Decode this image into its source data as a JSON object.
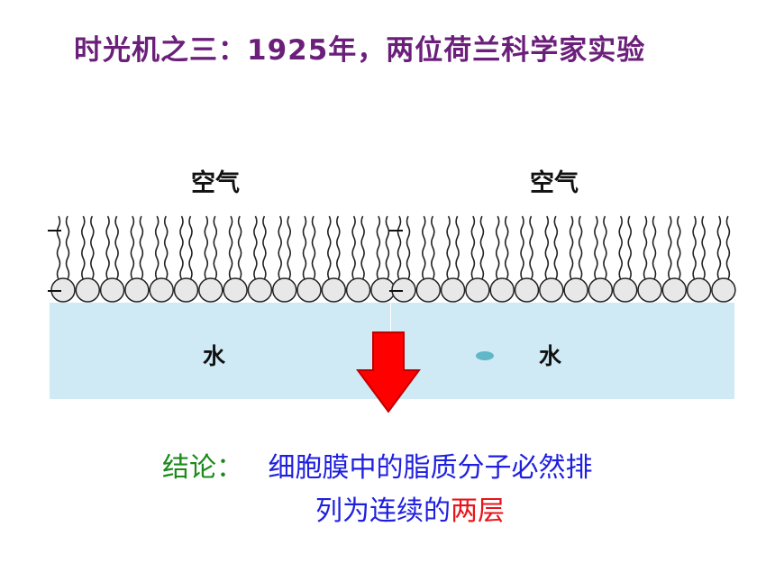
{
  "title": "时光机之三：1925年，两位荷兰科学家实验",
  "diagram": {
    "left_panel": {
      "air_label": "空气",
      "water_label": "水"
    },
    "right_panel": {
      "air_label": "空气",
      "water_label": "水"
    },
    "colors": {
      "water": "#cfe9f5",
      "lipid_head": "#e8e8e8",
      "arrow": "#ff0000",
      "dot": "#5fb7c7"
    }
  },
  "conclusion": {
    "label": "结论：",
    "line1": "细胞膜中的脂质分子必然排",
    "line2_blue": "列为连续的",
    "line2_red": "两层"
  }
}
